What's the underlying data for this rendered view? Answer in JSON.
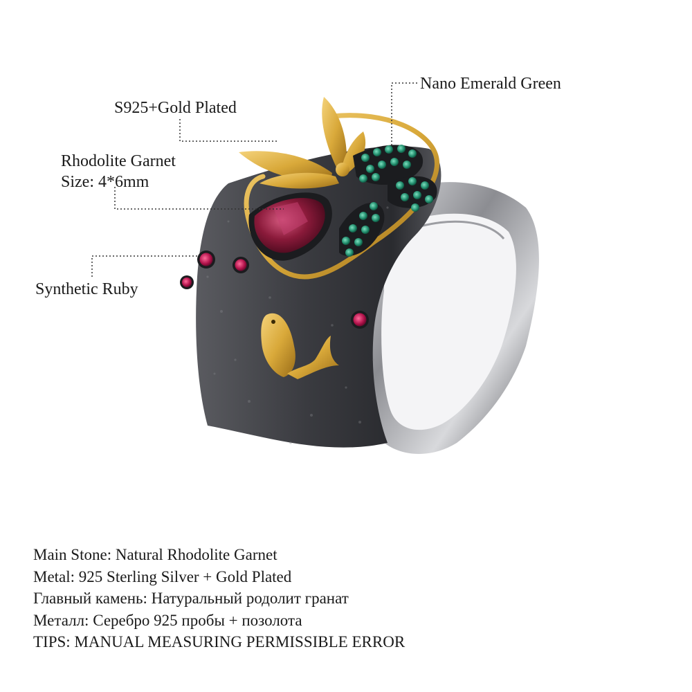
{
  "callouts": {
    "emerald": "Nano Emerald Green",
    "gold": "S925+Gold Plated",
    "garnet_name": "Rhodolite Garnet",
    "garnet_size": "Size: 4*6mm",
    "ruby": "Synthetic Ruby"
  },
  "specs": [
    "Main Stone: Natural Rhodolite Garnet",
    "Metal: 925 Sterling Silver + Gold Plated",
    "Главный камень: Натуральный родолит гранат",
    "Металл: Серебро 925 пробы + позолота",
    "TIPS: MANUAL MEASURING PERMISSIBLE ERROR"
  ],
  "colors": {
    "band_dark": "#3a3b3f",
    "band_light": "#c9cacd",
    "gold": "#d9a93a",
    "garnet": "#8a1a3a",
    "ruby": "#b0124a",
    "emerald": "#1f8a6a"
  }
}
